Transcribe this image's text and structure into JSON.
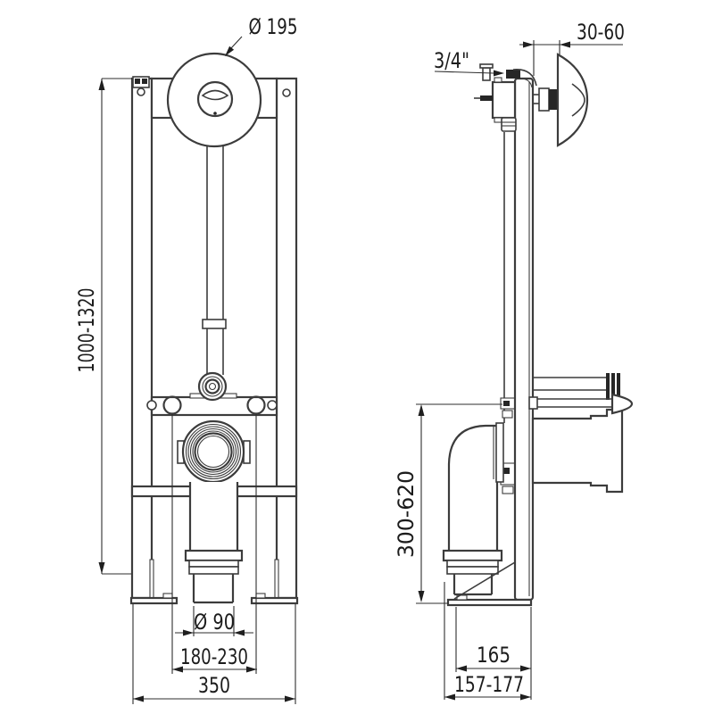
{
  "page": {
    "background": "#ffffff",
    "line_color": "#3c3c3c",
    "text_color": "#1c1c1c"
  },
  "front_view": {
    "dims": {
      "height": "1000-1320",
      "flush_plate_diameter": "Ø 195",
      "outlet_pipe_diameter": "Ø 90",
      "pan_fixing_spacing": "180-230",
      "frame_width": "350"
    }
  },
  "side_view": {
    "dims": {
      "water_inlet": "3/4\"",
      "wall_offset": "30-60",
      "outlet_height": "300-620",
      "base_depth": "165",
      "frame_depth": "157-177"
    }
  }
}
